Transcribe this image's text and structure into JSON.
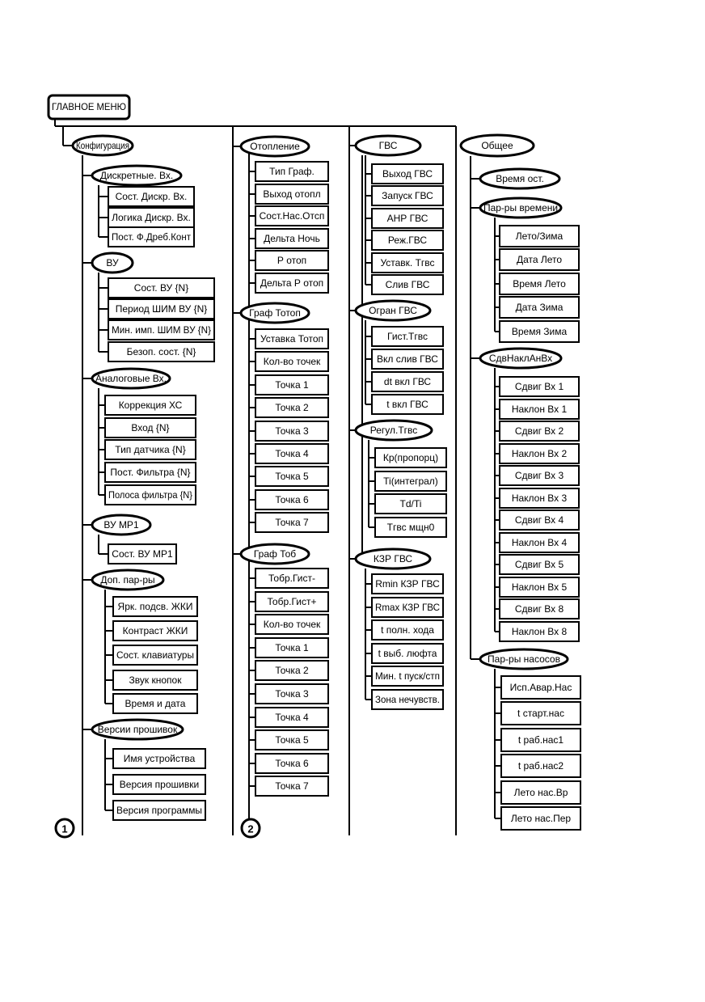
{
  "root": {
    "label": "ГЛАВНОЕ МЕНЮ"
  },
  "columns": [
    {
      "marker": "1",
      "groups": [
        {
          "label": "Конфигурация",
          "subgroups": [
            {
              "label": "Дискретные. Вх.",
              "items": [
                "Сост. Дискр. Вх.",
                "Логика Дискр. Вх.",
                "Пост. Ф.Дреб.Конт"
              ]
            },
            {
              "label": "ВУ",
              "items": [
                "Сост. ВУ {N}",
                "Период ШИМ ВУ {N}",
                "Мин. имп. ШИМ ВУ {N}",
                "Безоп. сост. {N}"
              ]
            },
            {
              "label": "Аналоговые Вх.",
              "items": [
                "Коррекция ХС",
                "Вход {N}",
                "Тип датчика {N}",
                "Пост. Фильтра {N}",
                "Полоса фильтра {N}"
              ]
            },
            {
              "label": "ВУ МР1",
              "items": [
                "Сост. ВУ МР1"
              ]
            },
            {
              "label": "Доп. пар-ры",
              "items": [
                "Ярк. подсв. ЖКИ",
                "Контраст ЖКИ",
                "Сост. клавиатуры",
                "Звук кнопок",
                "Время и дата"
              ]
            },
            {
              "label": "Версии прошивок",
              "items": [
                "Имя устройства",
                "Версия прошивки",
                "Версия программы"
              ]
            }
          ]
        }
      ]
    },
    {
      "marker": "2",
      "groups": [
        {
          "label": "Отопление",
          "items": [
            "Тип Граф.",
            "Выход отопл",
            "Сост.Нас.Отсп",
            "Дельта Ночь",
            "Р отоп",
            "Дельта Р отоп"
          ]
        },
        {
          "label": "Граф Тотоп",
          "items": [
            "Уставка Тотоп",
            "Кол-во точек",
            "Точка 1",
            "Точка 2",
            "Точка 3",
            "Точка 4",
            "Точка 5",
            "Точка 6",
            "Точка 7"
          ]
        },
        {
          "label": "Граф Тоб",
          "items": [
            "Тобр.Гист-",
            "Тобр.Гист+",
            "Кол-во точек",
            "Точка 1",
            "Точка 2",
            "Точка 3",
            "Точка 4",
            "Точка 5",
            "Точка 6",
            "Точка 7"
          ]
        }
      ]
    },
    {
      "groups": [
        {
          "label": "ГВС",
          "items": [
            "Выход ГВС",
            "Запуск ГВС",
            "АНР ГВС",
            "Реж.ГВС",
            "Уставк. Тгвс",
            "Слив ГВС"
          ]
        },
        {
          "label": "Огран ГВС",
          "items": [
            "Гист.Тгвс",
            "Вкл слив ГВС",
            "dt вкл ГВС",
            "t вкл ГВС"
          ]
        },
        {
          "label": "Регул.Тгвс",
          "items": [
            "Кр(пропорц)",
            "Ti(интеграл)",
            "Td/Ti",
            "Тгвс мщн0"
          ]
        },
        {
          "label": "КЗР ГВС",
          "items": [
            "Rmin КЗР ГВС",
            "Rmax КЗР ГВС",
            "t полн. хода",
            "t выб. люфта",
            "Мин. t пуск/стп",
            "Зона нечувств."
          ]
        }
      ]
    },
    {
      "groups": [
        {
          "label": "Общее",
          "subgroups": [
            {
              "label": "Время ост.",
              "items": []
            },
            {
              "label": "Пар-ры времени",
              "items": [
                "Лето/Зима",
                "Дата Лето",
                "Время Лето",
                "Дата Зима",
                "Время Зима"
              ]
            },
            {
              "label": "СдвНаклАнВх",
              "items": [
                "Сдвиг Вх 1",
                "Наклон Вх 1",
                "Сдвиг Вх 2",
                "Наклон Вх 2",
                "Сдвиг Вх 3",
                "Наклон Вх 3",
                "Сдвиг Вх 4",
                "Наклон Вх 4",
                "Сдвиг Вх 5",
                "Наклон Вх 5",
                "Сдвиг Вх 8",
                "Наклон Вх 8"
              ]
            },
            {
              "label": "Пар-ры насосов",
              "items": [
                "Исп.Авар.Нас",
                "t старт.нас",
                "t раб.нас1",
                "t раб.нас2",
                "Лето нас.Вр",
                "Лето нас.Пер"
              ]
            }
          ]
        }
      ]
    }
  ]
}
